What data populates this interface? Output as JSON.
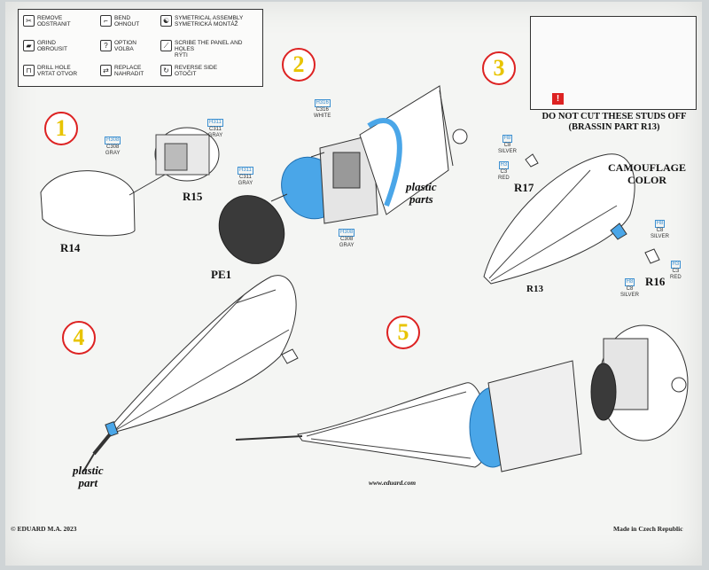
{
  "legend": {
    "remove": [
      "REMOVE",
      "ODSTRANIT"
    ],
    "grind": [
      "GRIND",
      "OBROUSIT"
    ],
    "drill": [
      "DRILL HOLE",
      "VRTAT OTVOR"
    ],
    "bend": [
      "BEND",
      "OHNOUT"
    ],
    "option": [
      "OPTION",
      "VOLBA"
    ],
    "replace": [
      "REPLACE",
      "NAHRADIT"
    ],
    "symmetrical": [
      "SYMETRICAL ASSEMBLY",
      "SYMETRICKÁ MONTÁŽ"
    ],
    "scribe": [
      "SCRIBE THE PANEL AND HOLES",
      "RÝTI"
    ],
    "reverse": [
      "REVERSE SIDE",
      "OTOČIT"
    ]
  },
  "steps": [
    "1",
    "2",
    "3",
    "4",
    "5"
  ],
  "parts": {
    "r14": "R14",
    "r15": "R15",
    "pe1": "PE1",
    "plastic_parts": [
      "plastic",
      "parts"
    ],
    "r17": "R17",
    "r13": "R13",
    "r16": "R16",
    "camo": [
      "CAMOUFLAGE",
      "COLOR"
    ],
    "plastic_part": [
      "plastic",
      "part"
    ]
  },
  "paints": {
    "gray308": [
      "H308",
      "C308",
      "GRAY"
    ],
    "gray311": [
      "H311",
      "C311",
      "GRAY"
    ],
    "white316": [
      "H316",
      "C316",
      "WHITE"
    ],
    "silver8": [
      "H8",
      "C8",
      "SILVER"
    ],
    "red3": [
      "H3",
      "C3",
      "RED"
    ]
  },
  "warning": [
    "DO NOT CUT THESE STUDS OFF",
    "(BRASSIN PART R13)"
  ],
  "warning_icon": "!",
  "footer": {
    "copyright": "© EDUARD  M.A. 2023",
    "site": "www.eduard.com",
    "made": "Made in Czech Republic"
  },
  "colors": {
    "accent": "#3b8fd1",
    "step_ring": "#dd2222",
    "step_num": "#e8c400",
    "blue_part": "#4aa6e8"
  }
}
